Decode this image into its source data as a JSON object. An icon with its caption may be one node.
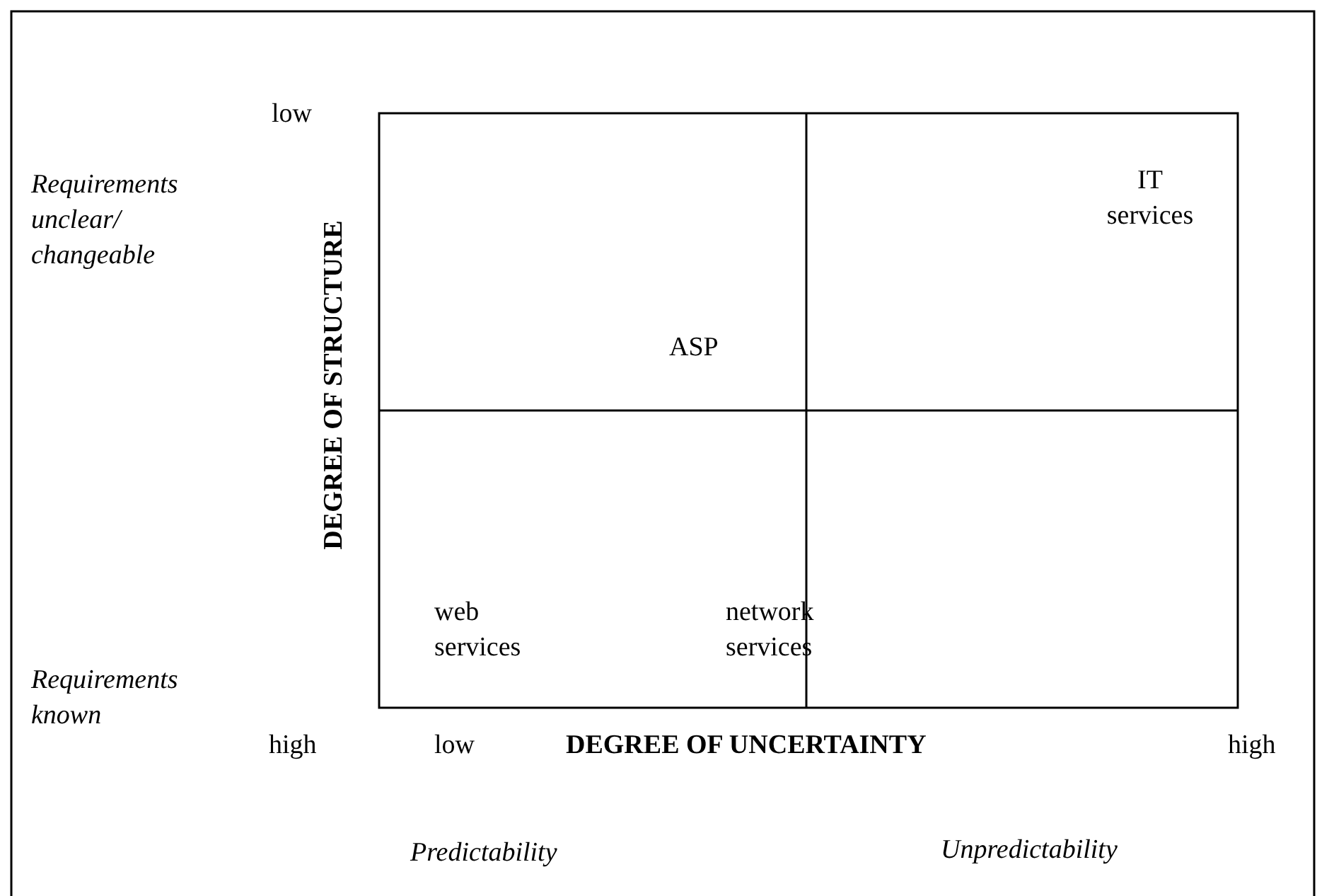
{
  "diagram": {
    "labels": [
      "low",
      "Requirements unclear/ changeable",
      "IT services",
      "DEGREE OF STRUCTURE",
      "ASP",
      "web services",
      "network services",
      "Requirements known",
      "high",
      "low",
      "DEGREE OF UNCERTAINTY",
      "high",
      "Predictability",
      "Unpredictability"
    ]
  }
}
